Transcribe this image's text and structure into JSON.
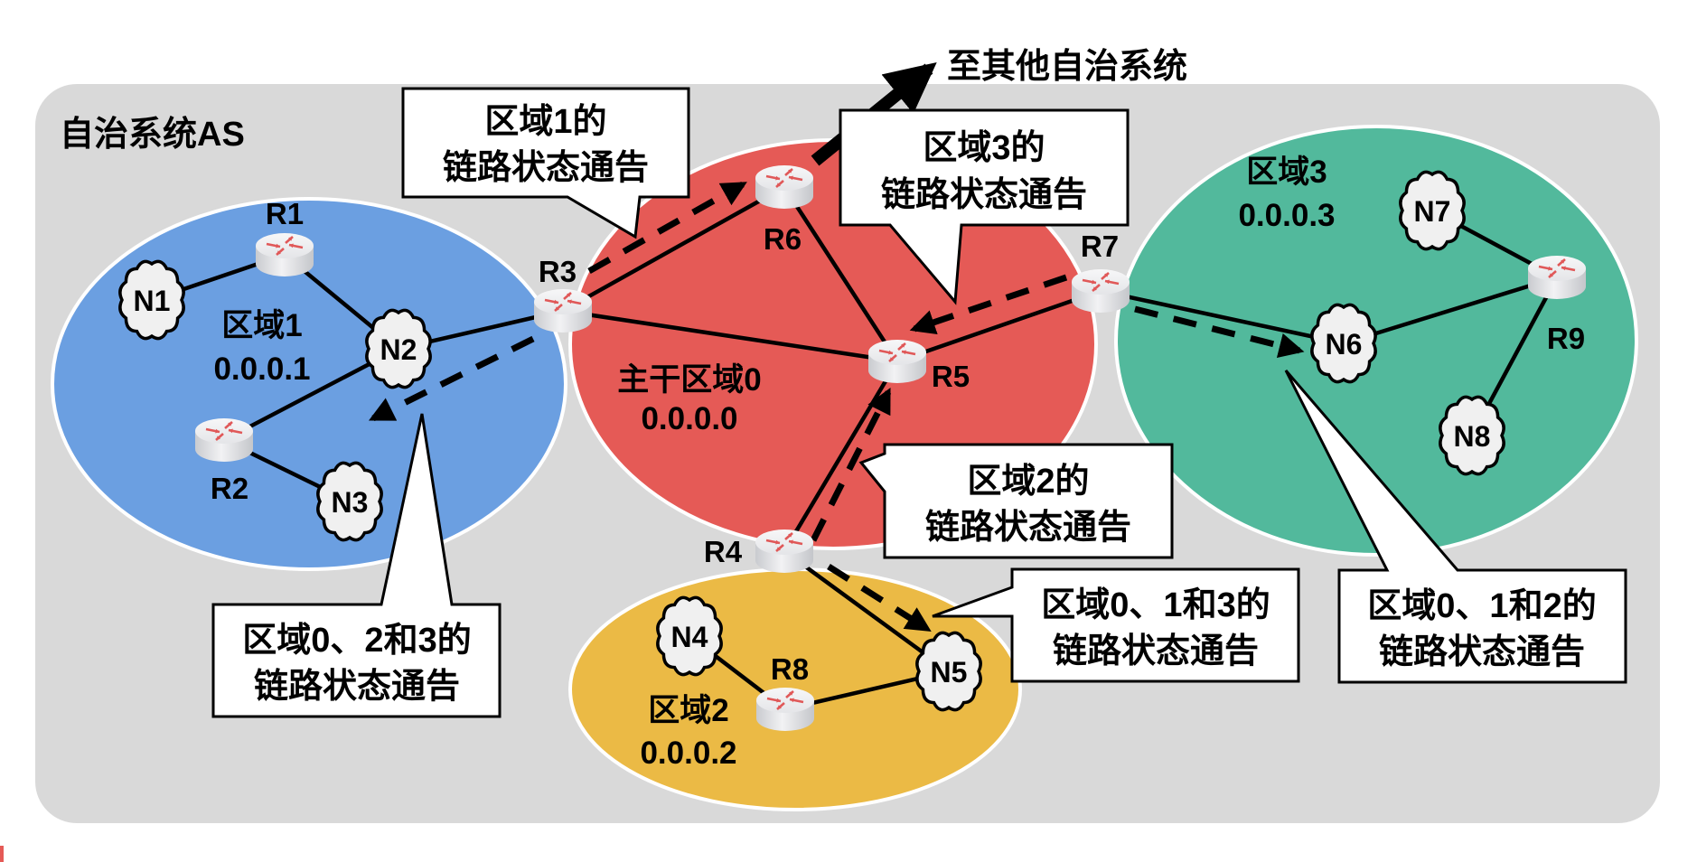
{
  "colors": {
    "background_panel": "#d9d9d9",
    "area1": "#6b9fe1",
    "backbone": "#e55a56",
    "area3": "#52b99c",
    "area2": "#ebba45",
    "router_arrow": "#e05858",
    "corner_marker": "#e55a56"
  },
  "title": "自治系统AS",
  "external_label": "至其他自治系统",
  "areas": {
    "area1": {
      "name": "区域1",
      "id": "0.0.0.1"
    },
    "backbone": {
      "name": "主干区域0",
      "id": "0.0.0.0"
    },
    "area3": {
      "name": "区域3",
      "id": "0.0.0.3"
    },
    "area2": {
      "name": "区域2",
      "id": "0.0.0.2"
    }
  },
  "routers": [
    "R1",
    "R2",
    "R3",
    "R4",
    "R5",
    "R6",
    "R7",
    "R8",
    "R9"
  ],
  "networks": [
    "N1",
    "N2",
    "N3",
    "N4",
    "N5",
    "N6",
    "N7",
    "N8"
  ],
  "callouts": {
    "area1_lsa": {
      "line1": "区域1的",
      "line2": "链路状态通告"
    },
    "area3_lsa": {
      "line1": "区域3的",
      "line2": "链路状态通告"
    },
    "area2_lsa": {
      "line1": "区域2的",
      "line2": "链路状态通告"
    },
    "areas_023_lsa": {
      "line1": "区域0、2和3的",
      "line2": "链路状态通告"
    },
    "areas_013_lsa": {
      "line1": "区域0、1和3的",
      "line2": "链路状态通告"
    },
    "areas_012_lsa": {
      "line1": "区域0、1和2的",
      "line2": "链路状态通告"
    }
  },
  "icons": {
    "router": "router-icon",
    "network": "cloud-icon"
  }
}
